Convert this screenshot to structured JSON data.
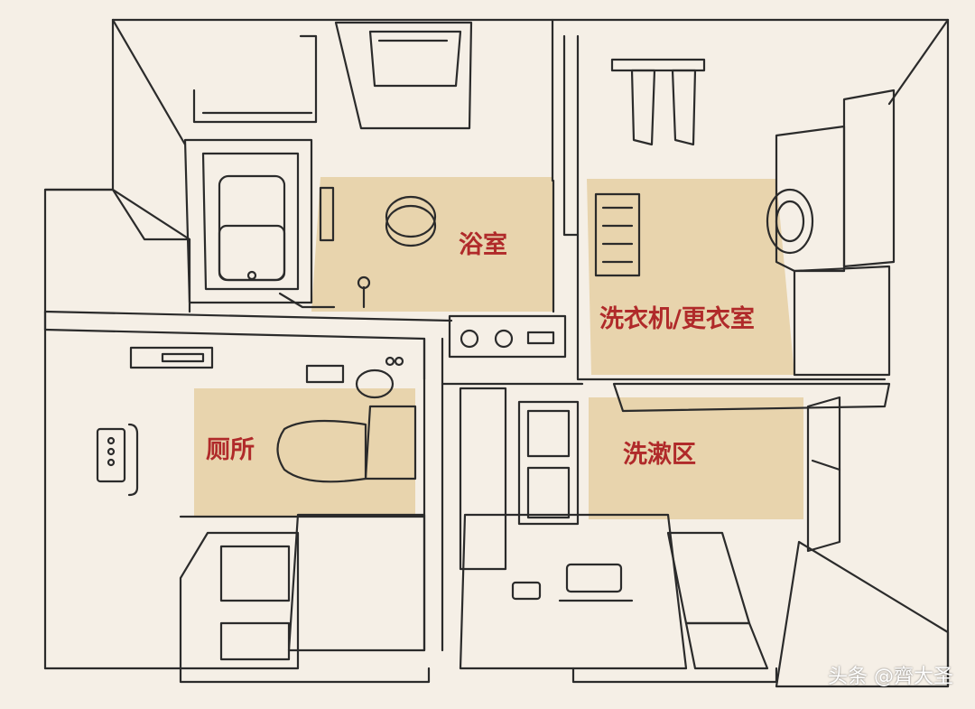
{
  "labels": {
    "bathroom": "浴室",
    "laundry": "洗衣机/更衣室",
    "toilet": "厕所",
    "washbasin": "洗漱区"
  },
  "watermark": "头条 @齊大圣",
  "colors": {
    "background": "#f5efe6",
    "room_fill": "#e8d4ad",
    "label": "#b02a2a",
    "stroke": "#2b2b2b"
  }
}
